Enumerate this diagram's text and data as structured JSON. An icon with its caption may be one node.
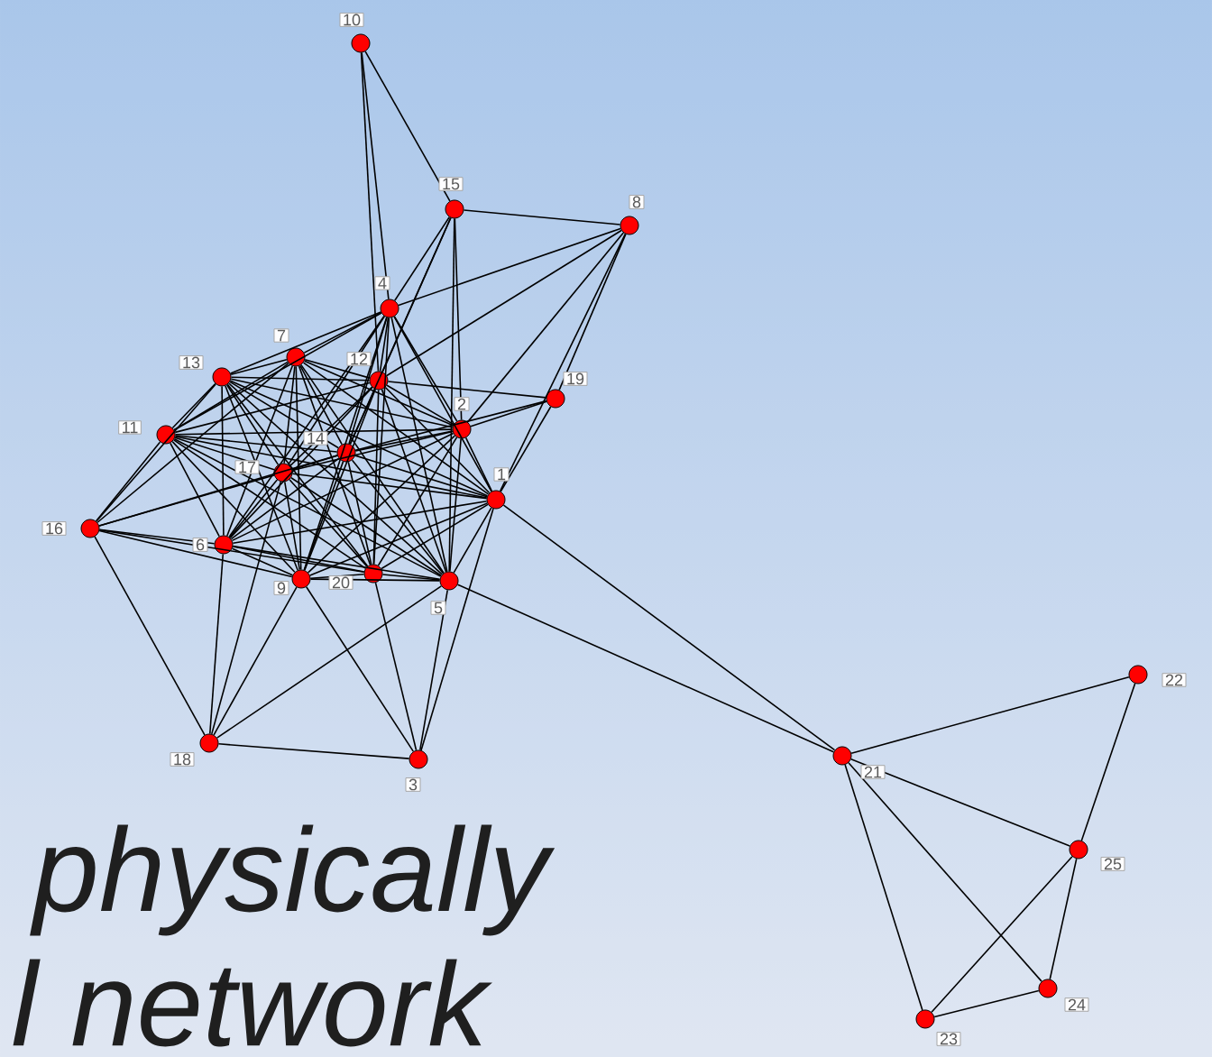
{
  "diagram": {
    "nodes": [
      {
        "text": [],
        "shape": "circle",
        "beside": [
          "1"
        ]
      },
      {
        "text": [],
        "shape": "circle",
        "beside": [
          "2"
        ]
      },
      {
        "text": [],
        "shape": "circle",
        "beside": [
          "3"
        ]
      },
      {
        "text": [],
        "shape": "circle",
        "beside": [
          "4"
        ]
      },
      {
        "text": [],
        "shape": "circle",
        "beside": [
          "5"
        ]
      },
      {
        "text": [],
        "shape": "circle",
        "beside": [
          "6"
        ]
      },
      {
        "text": [],
        "shape": "circle",
        "beside": [
          "7"
        ]
      },
      {
        "text": [],
        "shape": "circle",
        "beside": [
          "8"
        ]
      },
      {
        "text": [],
        "shape": "circle",
        "beside": [
          "9"
        ]
      },
      {
        "text": [],
        "shape": "circle",
        "beside": [
          "10"
        ]
      },
      {
        "text": [],
        "shape": "circle",
        "beside": [
          "11"
        ]
      },
      {
        "text": [],
        "shape": "circle",
        "beside": [
          "12"
        ]
      },
      {
        "text": [],
        "shape": "circle",
        "beside": [
          "13"
        ]
      },
      {
        "text": [],
        "shape": "circle",
        "beside": [
          "14"
        ]
      },
      {
        "text": [],
        "shape": "circle",
        "beside": [
          "15"
        ]
      },
      {
        "text": [],
        "shape": "circle",
        "beside": [
          "16"
        ]
      },
      {
        "text": [],
        "shape": "circle",
        "beside": [
          "17"
        ]
      },
      {
        "text": [],
        "shape": "circle",
        "beside": [
          "18"
        ]
      },
      {
        "text": [],
        "shape": "circle",
        "beside": [
          "19"
        ]
      },
      {
        "text": [],
        "shape": "circle",
        "beside": [
          "20"
        ]
      },
      {
        "text": [],
        "shape": "circle",
        "beside": [
          "21"
        ]
      },
      {
        "text": [],
        "shape": "circle",
        "beside": [
          "22"
        ]
      },
      {
        "text": [],
        "shape": "circle",
        "beside": [
          "23"
        ]
      },
      {
        "text": [],
        "shape": "circle",
        "beside": [
          "24"
        ]
      },
      {
        "text": [],
        "shape": "circle",
        "beside": [
          "25"
        ]
      }
    ],
    "edges": [
      {
        "from": 0,
        "to": 1,
        "arrow": "none"
      },
      {
        "from": 0,
        "to": 3,
        "arrow": "none"
      },
      {
        "from": 0,
        "to": 4,
        "arrow": "none"
      },
      {
        "from": 0,
        "to": 5,
        "arrow": "none"
      },
      {
        "from": 0,
        "to": 6,
        "arrow": "none"
      },
      {
        "from": 0,
        "to": 8,
        "arrow": "none"
      },
      {
        "from": 0,
        "to": 10,
        "arrow": "none"
      },
      {
        "from": 0,
        "to": 11,
        "arrow": "none"
      },
      {
        "from": 0,
        "to": 12,
        "arrow": "none"
      },
      {
        "from": 0,
        "to": 13,
        "arrow": "none"
      },
      {
        "from": 0,
        "to": 16,
        "arrow": "none"
      },
      {
        "from": 0,
        "to": 19,
        "arrow": "none"
      },
      {
        "from": 1,
        "to": 3,
        "arrow": "none"
      },
      {
        "from": 1,
        "to": 4,
        "arrow": "none"
      },
      {
        "from": 1,
        "to": 5,
        "arrow": "none"
      },
      {
        "from": 1,
        "to": 6,
        "arrow": "none"
      },
      {
        "from": 1,
        "to": 8,
        "arrow": "none"
      },
      {
        "from": 1,
        "to": 10,
        "arrow": "none"
      },
      {
        "from": 1,
        "to": 11,
        "arrow": "none"
      },
      {
        "from": 1,
        "to": 12,
        "arrow": "none"
      },
      {
        "from": 1,
        "to": 13,
        "arrow": "none"
      },
      {
        "from": 1,
        "to": 16,
        "arrow": "none"
      },
      {
        "from": 1,
        "to": 19,
        "arrow": "none"
      },
      {
        "from": 3,
        "to": 4,
        "arrow": "none"
      },
      {
        "from": 3,
        "to": 5,
        "arrow": "none"
      },
      {
        "from": 3,
        "to": 6,
        "arrow": "none"
      },
      {
        "from": 3,
        "to": 8,
        "arrow": "none"
      },
      {
        "from": 3,
        "to": 10,
        "arrow": "none"
      },
      {
        "from": 3,
        "to": 11,
        "arrow": "none"
      },
      {
        "from": 3,
        "to": 12,
        "arrow": "none"
      },
      {
        "from": 3,
        "to": 13,
        "arrow": "none"
      },
      {
        "from": 3,
        "to": 16,
        "arrow": "none"
      },
      {
        "from": 3,
        "to": 19,
        "arrow": "none"
      },
      {
        "from": 4,
        "to": 5,
        "arrow": "none"
      },
      {
        "from": 4,
        "to": 6,
        "arrow": "none"
      },
      {
        "from": 4,
        "to": 8,
        "arrow": "none"
      },
      {
        "from": 4,
        "to": 10,
        "arrow": "none"
      },
      {
        "from": 4,
        "to": 11,
        "arrow": "none"
      },
      {
        "from": 4,
        "to": 12,
        "arrow": "none"
      },
      {
        "from": 4,
        "to": 13,
        "arrow": "none"
      },
      {
        "from": 4,
        "to": 16,
        "arrow": "none"
      },
      {
        "from": 4,
        "to": 19,
        "arrow": "none"
      },
      {
        "from": 5,
        "to": 6,
        "arrow": "none"
      },
      {
        "from": 5,
        "to": 8,
        "arrow": "none"
      },
      {
        "from": 5,
        "to": 10,
        "arrow": "none"
      },
      {
        "from": 5,
        "to": 11,
        "arrow": "none"
      },
      {
        "from": 5,
        "to": 12,
        "arrow": "none"
      },
      {
        "from": 5,
        "to": 13,
        "arrow": "none"
      },
      {
        "from": 5,
        "to": 16,
        "arrow": "none"
      },
      {
        "from": 5,
        "to": 19,
        "arrow": "none"
      },
      {
        "from": 6,
        "to": 8,
        "arrow": "none"
      },
      {
        "from": 6,
        "to": 10,
        "arrow": "none"
      },
      {
        "from": 6,
        "to": 11,
        "arrow": "none"
      },
      {
        "from": 6,
        "to": 12,
        "arrow": "none"
      },
      {
        "from": 6,
        "to": 13,
        "arrow": "none"
      },
      {
        "from": 6,
        "to": 16,
        "arrow": "none"
      },
      {
        "from": 6,
        "to": 19,
        "arrow": "none"
      },
      {
        "from": 8,
        "to": 10,
        "arrow": "none"
      },
      {
        "from": 8,
        "to": 11,
        "arrow": "none"
      },
      {
        "from": 8,
        "to": 12,
        "arrow": "none"
      },
      {
        "from": 8,
        "to": 13,
        "arrow": "none"
      },
      {
        "from": 8,
        "to": 16,
        "arrow": "none"
      },
      {
        "from": 8,
        "to": 19,
        "arrow": "none"
      },
      {
        "from": 10,
        "to": 11,
        "arrow": "none"
      },
      {
        "from": 10,
        "to": 12,
        "arrow": "none"
      },
      {
        "from": 10,
        "to": 13,
        "arrow": "none"
      },
      {
        "from": 10,
        "to": 16,
        "arrow": "none"
      },
      {
        "from": 10,
        "to": 19,
        "arrow": "none"
      },
      {
        "from": 11,
        "to": 12,
        "arrow": "none"
      },
      {
        "from": 11,
        "to": 13,
        "arrow": "none"
      },
      {
        "from": 11,
        "to": 16,
        "arrow": "none"
      },
      {
        "from": 11,
        "to": 19,
        "arrow": "none"
      },
      {
        "from": 12,
        "to": 13,
        "arrow": "none"
      },
      {
        "from": 12,
        "to": 16,
        "arrow": "none"
      },
      {
        "from": 12,
        "to": 19,
        "arrow": "none"
      },
      {
        "from": 13,
        "to": 16,
        "arrow": "none"
      },
      {
        "from": 13,
        "to": 19,
        "arrow": "none"
      },
      {
        "from": 16,
        "to": 19,
        "arrow": "none"
      },
      {
        "from": 9,
        "to": 14,
        "arrow": "none"
      },
      {
        "from": 9,
        "to": 3,
        "arrow": "none"
      },
      {
        "from": 9,
        "to": 11,
        "arrow": "none"
      },
      {
        "from": 14,
        "to": 7,
        "arrow": "none"
      },
      {
        "from": 14,
        "to": 3,
        "arrow": "none"
      },
      {
        "from": 14,
        "to": 11,
        "arrow": "none"
      },
      {
        "from": 14,
        "to": 13,
        "arrow": "none"
      },
      {
        "from": 14,
        "to": 4,
        "arrow": "none"
      },
      {
        "from": 14,
        "to": 1,
        "arrow": "none"
      },
      {
        "from": 7,
        "to": 3,
        "arrow": "none"
      },
      {
        "from": 7,
        "to": 11,
        "arrow": "none"
      },
      {
        "from": 7,
        "to": 18,
        "arrow": "none"
      },
      {
        "from": 7,
        "to": 0,
        "arrow": "none"
      },
      {
        "from": 7,
        "to": 1,
        "arrow": "none"
      },
      {
        "from": 18,
        "to": 1,
        "arrow": "none"
      },
      {
        "from": 18,
        "to": 11,
        "arrow": "none"
      },
      {
        "from": 18,
        "to": 0,
        "arrow": "none"
      },
      {
        "from": 18,
        "to": 13,
        "arrow": "none"
      },
      {
        "from": 15,
        "to": 10,
        "arrow": "none"
      },
      {
        "from": 15,
        "to": 12,
        "arrow": "none"
      },
      {
        "from": 15,
        "to": 6,
        "arrow": "none"
      },
      {
        "from": 15,
        "to": 16,
        "arrow": "none"
      },
      {
        "from": 15,
        "to": 5,
        "arrow": "none"
      },
      {
        "from": 15,
        "to": 8,
        "arrow": "none"
      },
      {
        "from": 15,
        "to": 19,
        "arrow": "none"
      },
      {
        "from": 15,
        "to": 13,
        "arrow": "none"
      },
      {
        "from": 15,
        "to": 17,
        "arrow": "none"
      },
      {
        "from": 17,
        "to": 8,
        "arrow": "none"
      },
      {
        "from": 17,
        "to": 5,
        "arrow": "none"
      },
      {
        "from": 17,
        "to": 16,
        "arrow": "none"
      },
      {
        "from": 17,
        "to": 4,
        "arrow": "none"
      },
      {
        "from": 17,
        "to": 2,
        "arrow": "none"
      },
      {
        "from": 2,
        "to": 8,
        "arrow": "none"
      },
      {
        "from": 2,
        "to": 19,
        "arrow": "none"
      },
      {
        "from": 2,
        "to": 4,
        "arrow": "none"
      },
      {
        "from": 2,
        "to": 0,
        "arrow": "none"
      },
      {
        "from": 20,
        "to": 0,
        "arrow": "none"
      },
      {
        "from": 20,
        "to": 4,
        "arrow": "none"
      },
      {
        "from": 20,
        "to": 21,
        "arrow": "none"
      },
      {
        "from": 20,
        "to": 24,
        "arrow": "none"
      },
      {
        "from": 20,
        "to": 23,
        "arrow": "none"
      },
      {
        "from": 20,
        "to": 22,
        "arrow": "none"
      },
      {
        "from": 21,
        "to": 24,
        "arrow": "none"
      },
      {
        "from": 24,
        "to": 23,
        "arrow": "none"
      },
      {
        "from": 24,
        "to": 22,
        "arrow": "none"
      },
      {
        "from": 22,
        "to": 23,
        "arrow": "none"
      }
    ],
    "labels": [
      "physically",
      "l network"
    ]
  }
}
